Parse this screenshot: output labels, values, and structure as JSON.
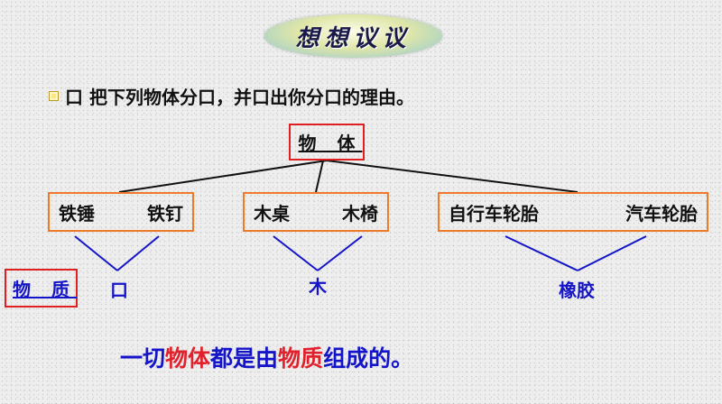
{
  "title": "想想议议",
  "instruction": "口 把下列物体分口，并口出你分口的理由。",
  "root_label": "物 体",
  "groups": [
    {
      "items": [
        "铁锤",
        "铁钉"
      ],
      "material": "口"
    },
    {
      "items": [
        "木桌",
        "木椅"
      ],
      "material": "木"
    },
    {
      "items": [
        "自行车轮胎",
        "汽车轮胎"
      ],
      "material": "橡胶"
    }
  ],
  "matter_label": "物 质",
  "conclusion": {
    "part1": "一切",
    "part2": "物体",
    "part3": "都是由",
    "part4": "物质",
    "part5": "组成的。"
  },
  "colors": {
    "box_orange": "#f07a2a",
    "box_red": "#e02020",
    "text_blue": "#1414c8",
    "text_red": "#e0202a"
  }
}
